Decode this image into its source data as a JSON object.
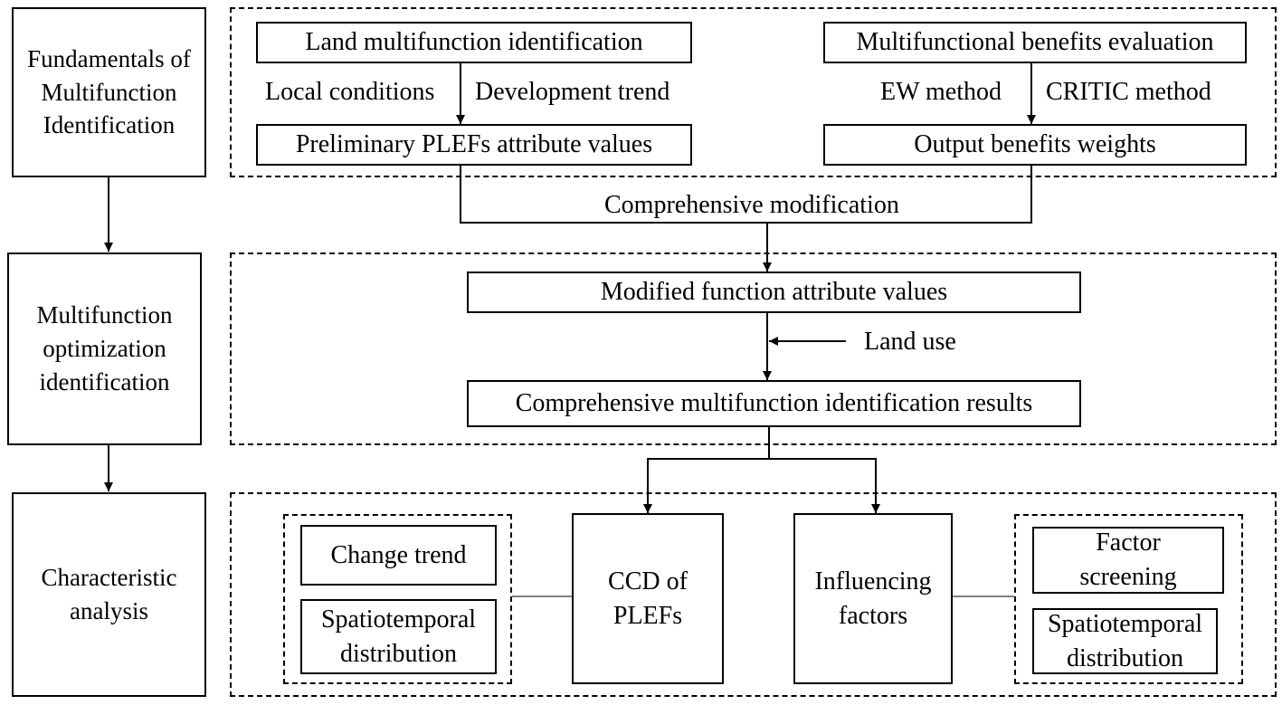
{
  "stages": {
    "fundamentals": "Fundamentals of Multifunction Identification",
    "optimization": "Multifunction optimization identification",
    "characteristic": "Characteristic analysis"
  },
  "top": {
    "land_multifunction_identification": "Land multifunction identification",
    "local_conditions": "Local conditions",
    "development_trend": "Development trend",
    "preliminary_plefs": "Preliminary PLEFs attribute values",
    "multifunctional_benefits_evaluation": "Multifunctional benefits evaluation",
    "ew_method": "EW method",
    "critic_method": "CRITIC method",
    "output_benefits_weights": "Output benefits weights"
  },
  "middle": {
    "comprehensive_modification": "Comprehensive modification",
    "modified_function_attribute_values": "Modified function attribute values",
    "land_use": "Land use",
    "comprehensive_results": "Comprehensive multifunction identification results"
  },
  "bottom": {
    "change_trend": "Change trend",
    "spatiotemporal_distribution_left": "Spatiotemporal distribution",
    "ccd_of_plefs": "CCD of PLEFs",
    "influencing_factors": "Influencing factors",
    "factor_screening": "Factor screening",
    "spatiotemporal_distribution_right": "Spatiotemporal distribution"
  }
}
